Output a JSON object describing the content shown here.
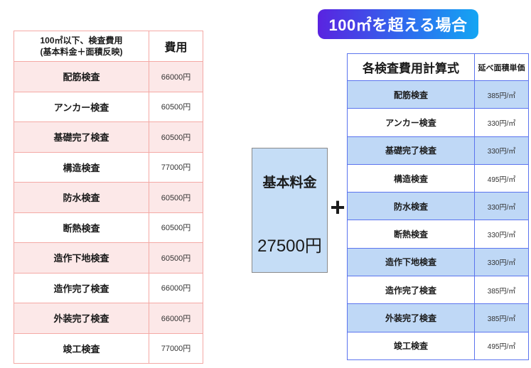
{
  "badge": {
    "label": "100㎡を超える場合"
  },
  "left_table": {
    "header_line1": "100㎡以下、検査費用",
    "header_line2": "(基本料金＋面積反映)",
    "cost_header": "費用",
    "rows": [
      {
        "label": "配筋検査",
        "value": "66000円"
      },
      {
        "label": "アンカー検査",
        "value": "60500円"
      },
      {
        "label": "基礎完了検査",
        "value": "60500円"
      },
      {
        "label": "構造検査",
        "value": "77000円"
      },
      {
        "label": "防水検査",
        "value": "60500円"
      },
      {
        "label": "断熱検査",
        "value": "60500円"
      },
      {
        "label": "造作下地検査",
        "value": "60500円"
      },
      {
        "label": "造作完了検査",
        "value": "66000円"
      },
      {
        "label": "外装完了検査",
        "value": "66000円"
      },
      {
        "label": "竣工検査",
        "value": "77000円"
      }
    ]
  },
  "base_fee_box": {
    "label": "基本料金",
    "amount": "27500円"
  },
  "plus_sign": "+",
  "right_table": {
    "header_label": "各検査費用計算式",
    "unit_header": "延べ面積単価",
    "rows": [
      {
        "label": "配筋検査",
        "value": "385円/㎡"
      },
      {
        "label": "アンカー検査",
        "value": "330円/㎡"
      },
      {
        "label": "基礎完了検査",
        "value": "330円/㎡"
      },
      {
        "label": "構造検査",
        "value": "495円/㎡"
      },
      {
        "label": "防水検査",
        "value": "330円/㎡"
      },
      {
        "label": "断熱検査",
        "value": "330円/㎡"
      },
      {
        "label": "造作下地検査",
        "value": "330円/㎡"
      },
      {
        "label": "造作完了検査",
        "value": "385円/㎡"
      },
      {
        "label": "外装完了検査",
        "value": "385円/㎡"
      },
      {
        "label": "竣工検査",
        "value": "495円/㎡"
      }
    ]
  },
  "colors": {
    "pink_row": "#fce8e8",
    "pink_border": "#f4a9a5",
    "blue_row": "#bfd8f6",
    "blue_border": "#5b74ee",
    "badge_gradient_start": "#5a23e0",
    "badge_gradient_end": "#14a5f3",
    "base_box_fill": "#c5ddf6",
    "base_box_border": "#8a8a8a"
  }
}
